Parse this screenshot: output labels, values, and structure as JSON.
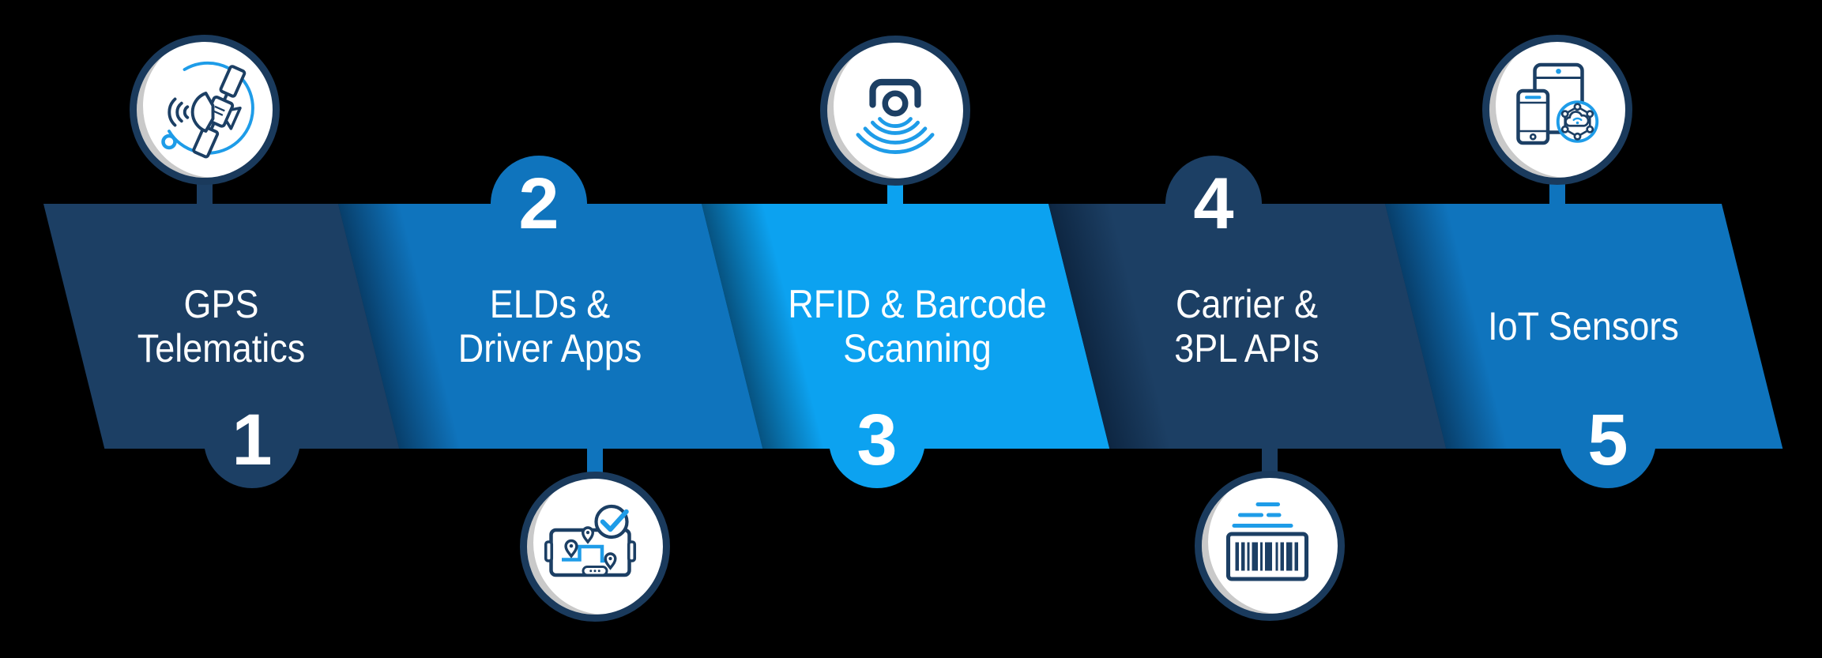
{
  "colors": {
    "navy": "#1c3f64",
    "blue": "#0f74bd",
    "bright": "#0ca2f0",
    "ring": "#1a3a5c",
    "accent": "#1e9ce8",
    "text": "#ffffff",
    "crescent": "#c9c9c9"
  },
  "steps": [
    {
      "number": "1",
      "label_line1": "GPS",
      "label_line2": "Telematics",
      "icon": "gps-satellite-icon",
      "band_color": "navy",
      "icon_position": "top",
      "number_position": "bottom"
    },
    {
      "number": "2",
      "label_line1": "ELDs &",
      "label_line2": "Driver Apps",
      "icon": "eld-tablet-checkmark-icon",
      "band_color": "blue",
      "icon_position": "bottom",
      "number_position": "top"
    },
    {
      "number": "3",
      "label_line1": "RFID & Barcode",
      "label_line2": "Scanning",
      "icon": "rfid-scanner-waves-icon",
      "band_color": "bright",
      "icon_position": "top",
      "number_position": "bottom"
    },
    {
      "number": "4",
      "label_line1": "Carrier &",
      "label_line2": "3PL APIs",
      "icon": "barcode-scan-icon",
      "band_color": "navy",
      "icon_position": "bottom",
      "number_position": "top"
    },
    {
      "number": "5",
      "label_line1": "IoT Sensors",
      "label_line2": "",
      "icon": "mobile-devices-iot-icon",
      "band_color": "blue",
      "icon_position": "top",
      "number_position": "bottom"
    }
  ]
}
